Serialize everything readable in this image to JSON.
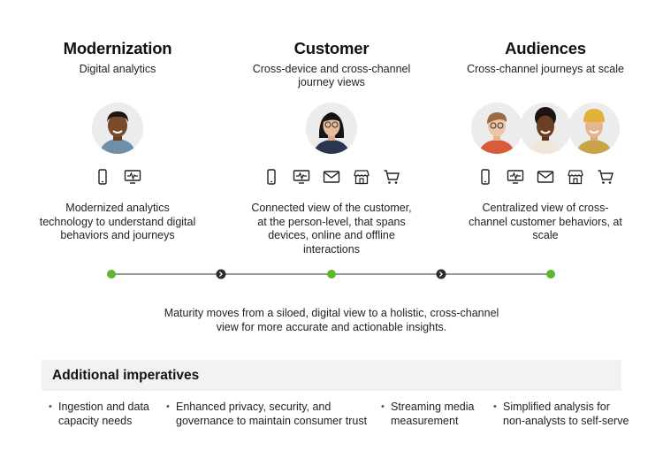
{
  "columns": [
    {
      "title": "Modernization",
      "subtitle": "Digital analytics",
      "description": [
        "Modernized analytics",
        "technology to understand digital",
        "behaviors and journeys"
      ]
    },
    {
      "title": "Customer",
      "subtitle_lines": [
        "Cross-device and cross-channel",
        "journey views"
      ],
      "description": [
        "Connected view of the customer,",
        "at the person-level, that spans",
        "devices, online and offline",
        "interactions"
      ]
    },
    {
      "title": "Audiences",
      "subtitle": "Cross-channel journeys at scale",
      "description": [
        "Centralized view of cross-",
        "channel customer behaviors, at",
        "scale"
      ]
    }
  ],
  "icons": [
    "mobile-phone-icon",
    "desktop-monitor-icon",
    "email-icon",
    "storefront-icon",
    "shopping-cart-icon"
  ],
  "colors": {
    "accent_green": "#5cb82e",
    "dark_node": "#2b2b2b",
    "panel_gray": "#f2f2f2"
  },
  "summary": [
    "Maturity moves from a siloed, digital view to a holistic, cross-channel",
    "view for more accurate and actionable insights."
  ],
  "imperatives": {
    "title": "Additional imperatives",
    "items": [
      [
        "Ingestion and data",
        "capacity needs"
      ],
      [
        "Enhanced privacy, security, and",
        "governance to maintain consumer trust"
      ],
      [
        "Streaming media",
        "measurement"
      ],
      [
        "Simplified analysis for",
        "non-analysts to self-serve"
      ]
    ]
  }
}
